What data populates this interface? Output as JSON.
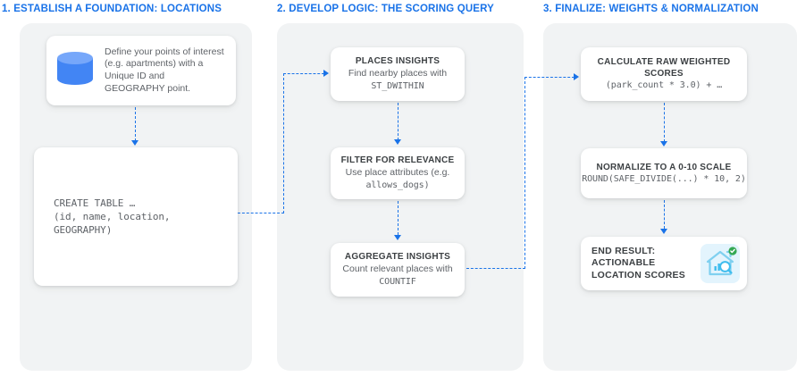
{
  "diagram": {
    "title": "Location Scoring Pipeline",
    "accent_color": "#1a73e8",
    "panel_background": "#f1f3f4",
    "card_background": "#ffffff",
    "page_background": "#ffffff"
  },
  "columns": [
    {
      "id": "foundation",
      "heading": "1. ESTABLISH A FOUNDATION: LOCATIONS",
      "cards": [
        {
          "id": "define",
          "icon": "database-cylinder-icon",
          "body": "Define your points of interest (e.g. apartments) with a Unique ID and GEOGRAPHY point."
        },
        {
          "id": "create-table",
          "code_line_1": "CREATE TABLE …",
          "code_line_2": "(id, name, location,",
          "code_line_3": "GEOGRAPHY)"
        }
      ]
    },
    {
      "id": "logic",
      "heading": "2. DEVELOP LOGIC: THE SCORING QUERY",
      "cards": [
        {
          "id": "places-insights",
          "title": "PLACES INSIGHTS",
          "sub": "Find nearby places with",
          "code": "ST_DWITHIN"
        },
        {
          "id": "filter-relevance",
          "title": "FILTER FOR RELEVANCE",
          "sub": "Use place attributes (e.g.",
          "code": "allows_dogs)"
        },
        {
          "id": "aggregate-insights",
          "title": "AGGREGATE INSIGHTS",
          "sub": "Count relevant places with",
          "code": "COUNTIF"
        }
      ]
    },
    {
      "id": "finalize",
      "heading": "3. FINALIZE: WEIGHTS & NORMALIZATION",
      "cards": [
        {
          "id": "calculate-raw",
          "title": "CALCULATE RAW WEIGHTED SCORES",
          "code": "(park_count * 3.0) + …"
        },
        {
          "id": "normalize",
          "title": "NORMALIZE TO A 0-10 SCALE",
          "code": "ROUND(SAFE_DIVIDE(...) * 10, 2)"
        },
        {
          "id": "end-result",
          "text": "END RESULT: ACTIONABLE LOCATION SCORES",
          "icon": "house-analytics-result-icon"
        }
      ]
    }
  ]
}
